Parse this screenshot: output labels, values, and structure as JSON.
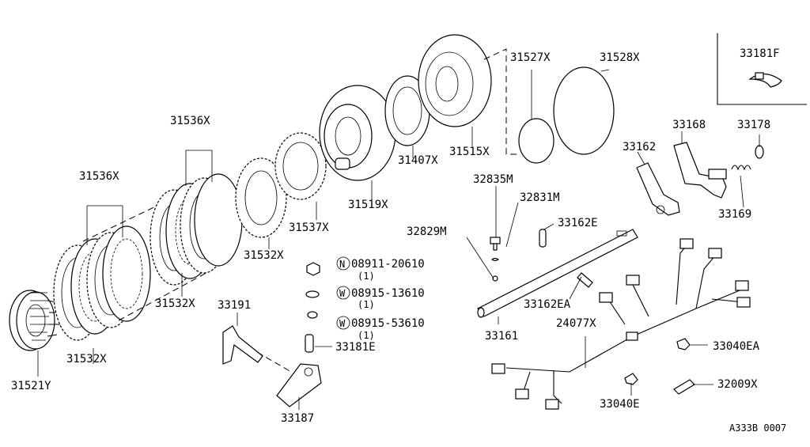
{
  "parts": {
    "p31536X_upper": "31536X",
    "p31536X_lower": "31536X",
    "p31532X_a": "31532X",
    "p31532X_b": "31532X",
    "p31532X_c": "31532X",
    "p31521Y": "31521Y",
    "p31537X": "31537X",
    "p31519X": "31519X",
    "p31407X": "31407X",
    "p31515X": "31515X",
    "p31527X": "31527X",
    "p31528X": "31528X",
    "p33181F": "33181F",
    "p33168": "33168",
    "p33178": "33178",
    "p33162": "33162",
    "p33169": "33169",
    "p32835M": "32835M",
    "p32831M": "32831M",
    "p32829M": "32829M",
    "p33162E": "33162E",
    "p33162EA": "33162EA",
    "p33161": "33161",
    "p24077X": "24077X",
    "p33040EA": "33040EA",
    "p32009X": "32009X",
    "p33040E": "33040E",
    "p33191": "33191",
    "p33181E": "33181E",
    "p33187": "33187"
  },
  "fasteners": [
    {
      "letter": "N",
      "number": "08911-20610",
      "qty": "(1)"
    },
    {
      "letter": "W",
      "number": "08915-13610",
      "qty": "(1)"
    },
    {
      "letter": "W",
      "number": "08915-53610",
      "qty": "(1)"
    }
  ],
  "diagram_code": "A333B 0007"
}
